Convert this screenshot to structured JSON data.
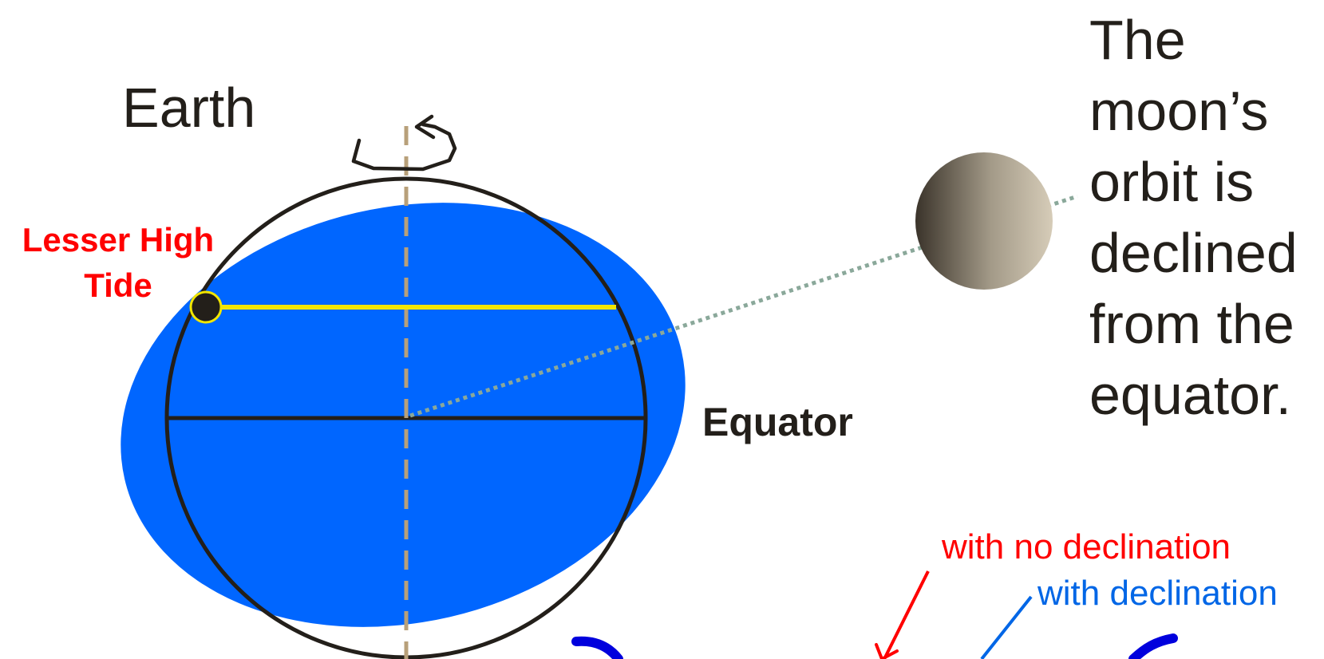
{
  "labels": {
    "earth": "Earth",
    "lesser_high_tide": "Lesser High\nTide",
    "equator": "Equator",
    "moon_orbit_note": "The\nmoon’s\norbit is\ndeclined\nfrom the\nequator.",
    "with_no_declination": "with no declination",
    "with_declination": "with declination"
  },
  "colors": {
    "water_bulge": "#0066ff",
    "outline": "#231f1a",
    "axis": "#b8a07a",
    "tide_line": "#f2e600",
    "orbit_line": "#8aa89a",
    "no_declination": "#ff0000",
    "with_declination": "#0066e6",
    "background": "#ffffff"
  },
  "icons": {
    "rotation": "rotation-arrow-icon",
    "moon": "moon-sphere"
  }
}
